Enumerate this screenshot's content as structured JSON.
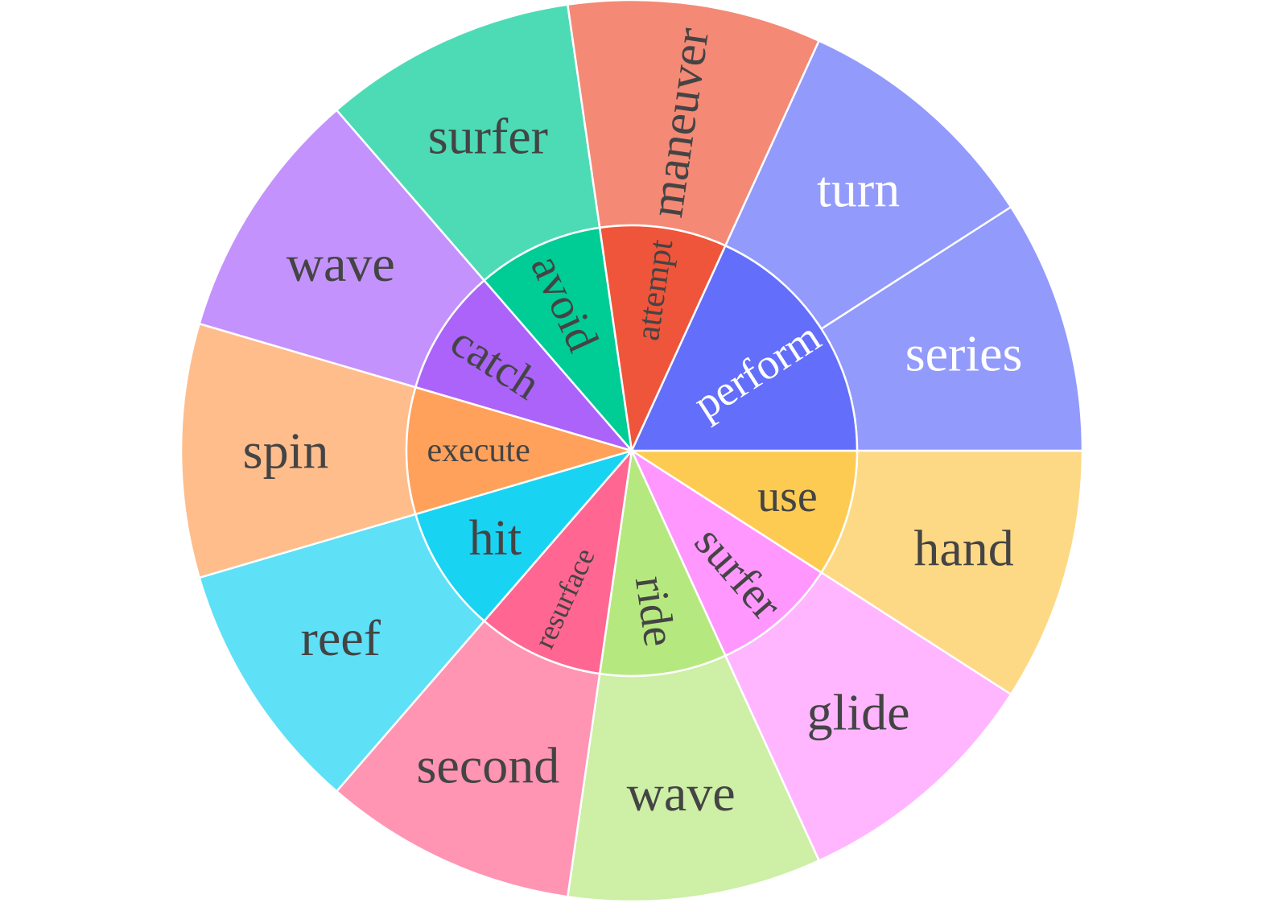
{
  "chart_data": {
    "type": "sunburst",
    "title": "",
    "start_angle_deg": 0,
    "direction": "clockwise",
    "colors": {
      "border": "#ffffff",
      "dark_text": "#444444",
      "light_text": "#ffffff"
    },
    "inner": [
      {
        "label": "use",
        "value": 1,
        "color": "#FECB52",
        "text_color": "#444444",
        "rotate": "none"
      },
      {
        "label": "surfer",
        "value": 1,
        "color": "#FF97FF",
        "text_color": "#444444",
        "rotate": "radial"
      },
      {
        "label": "ride",
        "value": 1,
        "color": "#B6E880",
        "text_color": "#444444",
        "rotate": "radial"
      },
      {
        "label": "resurface",
        "value": 1,
        "color": "#FF6692",
        "text_color": "#444444",
        "rotate": "radial"
      },
      {
        "label": "hit",
        "value": 1,
        "color": "#19D3F3",
        "text_color": "#444444",
        "rotate": "none"
      },
      {
        "label": "execute",
        "value": 1,
        "color": "#FFA15A",
        "text_color": "#444444",
        "rotate": "none"
      },
      {
        "label": "catch",
        "value": 1,
        "color": "#AB63FA",
        "text_color": "#444444",
        "rotate": "radial"
      },
      {
        "label": "avoid",
        "value": 1,
        "color": "#00CC96",
        "text_color": "#444444",
        "rotate": "radial"
      },
      {
        "label": "attempt",
        "value": 1,
        "color": "#EF553B",
        "text_color": "#444444",
        "rotate": "radial"
      },
      {
        "label": "perform",
        "value": 2,
        "color": "#636EFA",
        "text_color": "#ffffff",
        "rotate": "radial"
      }
    ],
    "outer": [
      {
        "label": "hand",
        "parent": "use",
        "value": 1,
        "color": "#FED985",
        "text_color": "#444444"
      },
      {
        "label": "glide",
        "parent": "surfer",
        "value": 1,
        "color": "#FFB6FF",
        "text_color": "#444444"
      },
      {
        "label": "wave",
        "parent": "ride",
        "value": 1,
        "color": "#CDEFA6",
        "text_color": "#444444"
      },
      {
        "label": "second",
        "parent": "resurface",
        "value": 1,
        "color": "#FF94B3",
        "text_color": "#444444"
      },
      {
        "label": "reef",
        "parent": "hit",
        "value": 1,
        "color": "#5EE0F7",
        "text_color": "#444444"
      },
      {
        "label": "spin",
        "parent": "execute",
        "value": 1,
        "color": "#FFBD8C",
        "text_color": "#444444"
      },
      {
        "label": "wave",
        "parent": "catch",
        "value": 1,
        "color": "#C492FC",
        "text_color": "#444444"
      },
      {
        "label": "surfer",
        "parent": "avoid",
        "value": 1,
        "color": "#4DDBB6",
        "text_color": "#444444"
      },
      {
        "label": "maneuver",
        "parent": "attempt",
        "value": 1,
        "color": "#F48976",
        "text_color": "#444444",
        "rotate": "radial"
      },
      {
        "label": "turn",
        "parent": "perform",
        "value": 1,
        "color": "#929AFC",
        "text_color": "#ffffff"
      },
      {
        "label": "series",
        "parent": "perform",
        "value": 1,
        "color": "#929AFC",
        "text_color": "#ffffff"
      }
    ]
  }
}
